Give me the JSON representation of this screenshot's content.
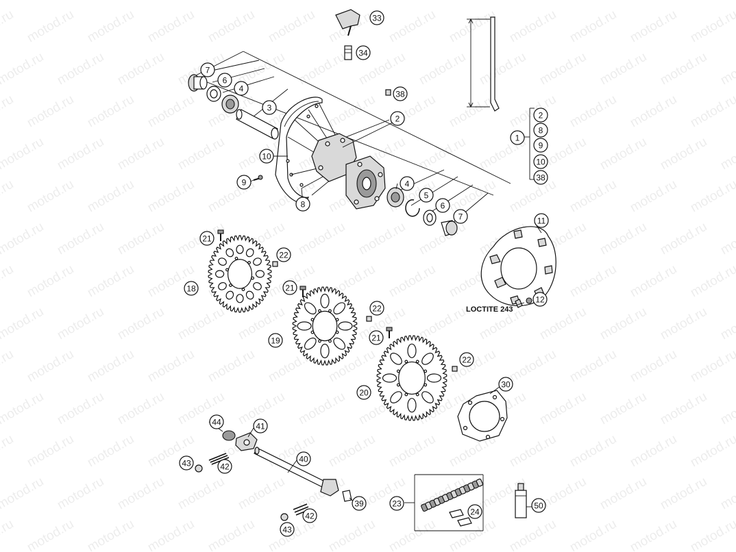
{
  "watermark": "motod.ru",
  "note_label": "LOCTITE 243",
  "callouts": [
    "1",
    "2",
    "3",
    "4",
    "5",
    "6",
    "7",
    "8",
    "9",
    "10",
    "11",
    "12",
    "18",
    "19",
    "20",
    "21",
    "22",
    "23",
    "24",
    "30",
    "33",
    "34",
    "38",
    "39",
    "40",
    "41",
    "42",
    "43",
    "44",
    "50"
  ],
  "kit_items": [
    "2",
    "8",
    "9",
    "10",
    "38"
  ]
}
